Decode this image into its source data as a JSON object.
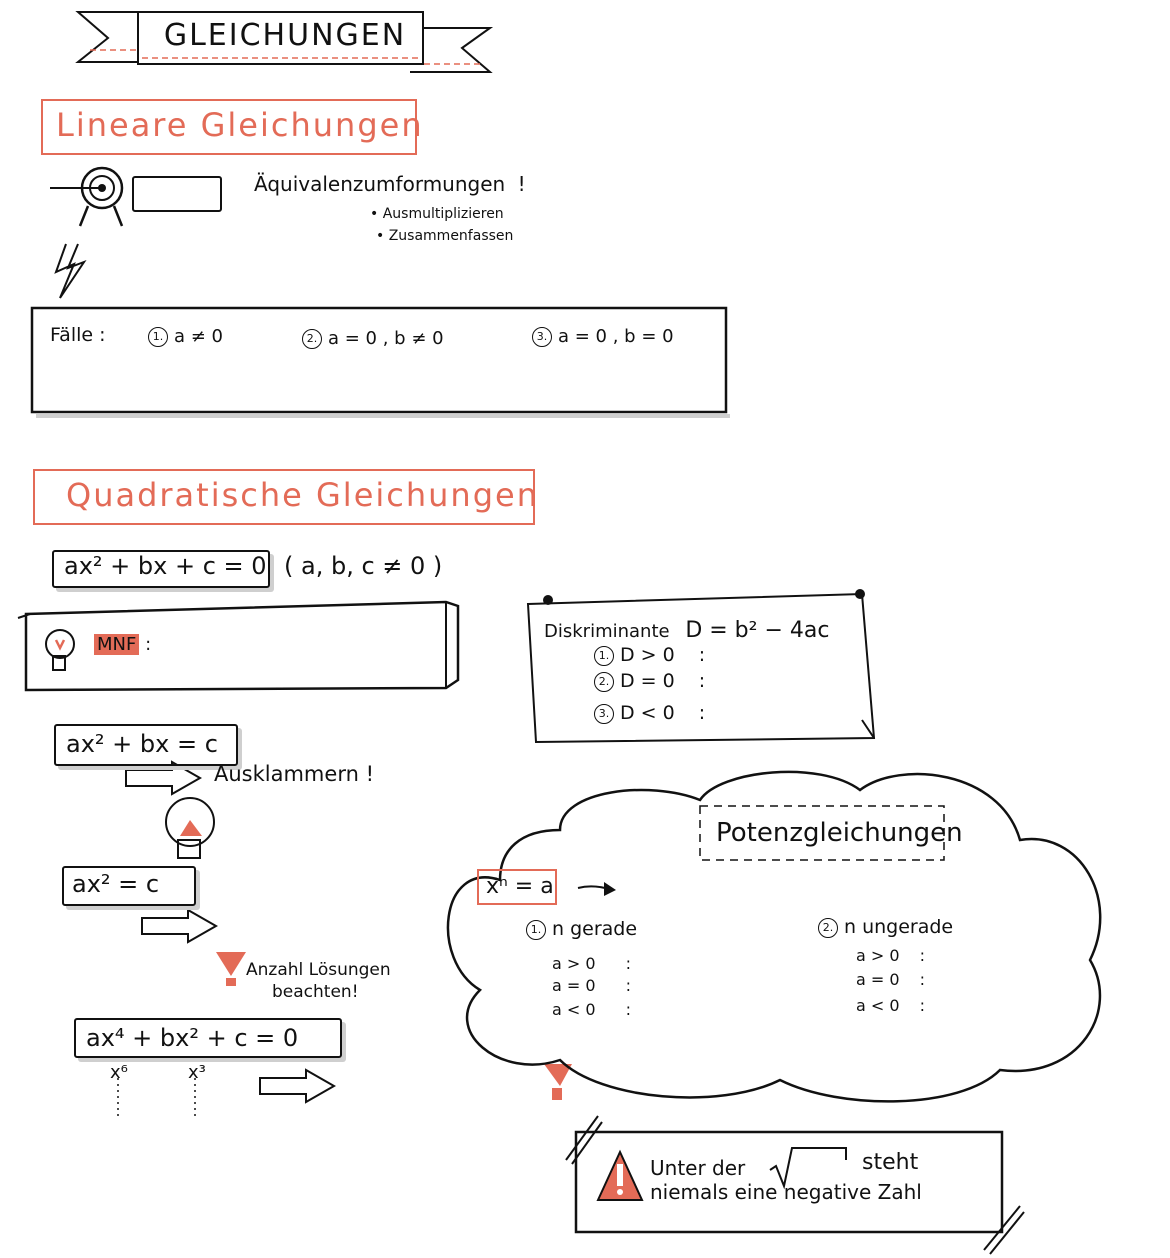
{
  "title": "GLEICHUNGEN",
  "linear": {
    "heading": "Lineare Gleichungen",
    "aequiv": "Äquivalenzumformungen",
    "aequiv_mark": "!",
    "bullets": [
      "• Ausmultiplizieren",
      "• Zusammenfassen"
    ],
    "faelle_label": "Fälle :",
    "cases": [
      {
        "num": "1.",
        "text": "a ≠ 0"
      },
      {
        "num": "2.",
        "text": "a = 0 ,  b ≠ 0"
      },
      {
        "num": "3.",
        "text": "a = 0 ,  b = 0"
      }
    ]
  },
  "quadratic": {
    "heading": "Quadratische Gleichungen",
    "general_form": "ax² + bx + c = 0",
    "condition": "( a, b, c ≠ 0 )",
    "mnf_label": "MNF",
    "mnf_colon": ":",
    "eq1": "ax² + bx = c",
    "ausklammern": "Ausklammern !",
    "eq2": "ax² = c",
    "anzahl_line1": "Anzahl Lösungen",
    "anzahl_line2": "beachten!",
    "eq3": "ax⁴ + bx² + c = 0",
    "sub1": "x⁶",
    "sub2": "x³"
  },
  "discriminant": {
    "label": "Diskriminante",
    "formula": "D = b² − 4ac",
    "cases": [
      {
        "num": "1.",
        "text": "D > 0",
        "colon": ":"
      },
      {
        "num": "2.",
        "text": "D = 0",
        "colon": ":"
      },
      {
        "num": "3.",
        "text": "D < 0",
        "colon": ":"
      }
    ]
  },
  "potenz": {
    "heading": "Potenzgleichungen",
    "equation": "xⁿ = a",
    "case1": {
      "num": "1.",
      "label": "n gerade",
      "rows": [
        "a > 0",
        "a = 0",
        "a < 0"
      ]
    },
    "case2": {
      "num": "2.",
      "label": "n ungerade",
      "rows": [
        "a > 0",
        "a = 0",
        "a < 0"
      ]
    },
    "colon": ":"
  },
  "warning": {
    "line1_a": "Unter  der",
    "line1_b": "steht",
    "line2": "niemals   eine   negative   Zahl"
  },
  "colors": {
    "accent": "#e36b57",
    "ink": "#111111"
  }
}
